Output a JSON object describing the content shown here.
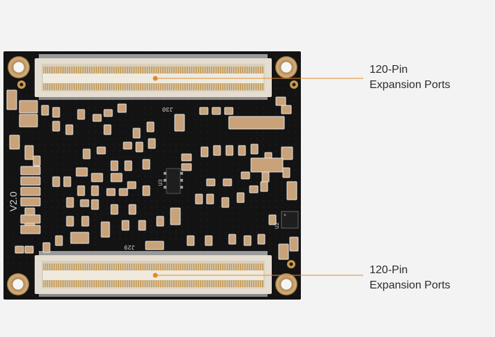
{
  "image": {
    "subject": "circuit-board",
    "colors": {
      "background": "#f3f3f3",
      "pcb": "#121212",
      "connector": "#e8e0d2",
      "pins": "#c8a058",
      "accent_line": "#e08a2e",
      "text": "#2b2b2b"
    }
  },
  "board": {
    "silkscreen_version": "V2.0",
    "designators": {
      "top_connector": "J30",
      "bottom_connector": "J29",
      "chip_left": "U3",
      "chip_right": "U2"
    }
  },
  "callouts": [
    {
      "line1": "120-Pin",
      "line2": "Expansion Ports"
    },
    {
      "line1": "120-Pin",
      "line2": "Expansion Ports"
    }
  ]
}
